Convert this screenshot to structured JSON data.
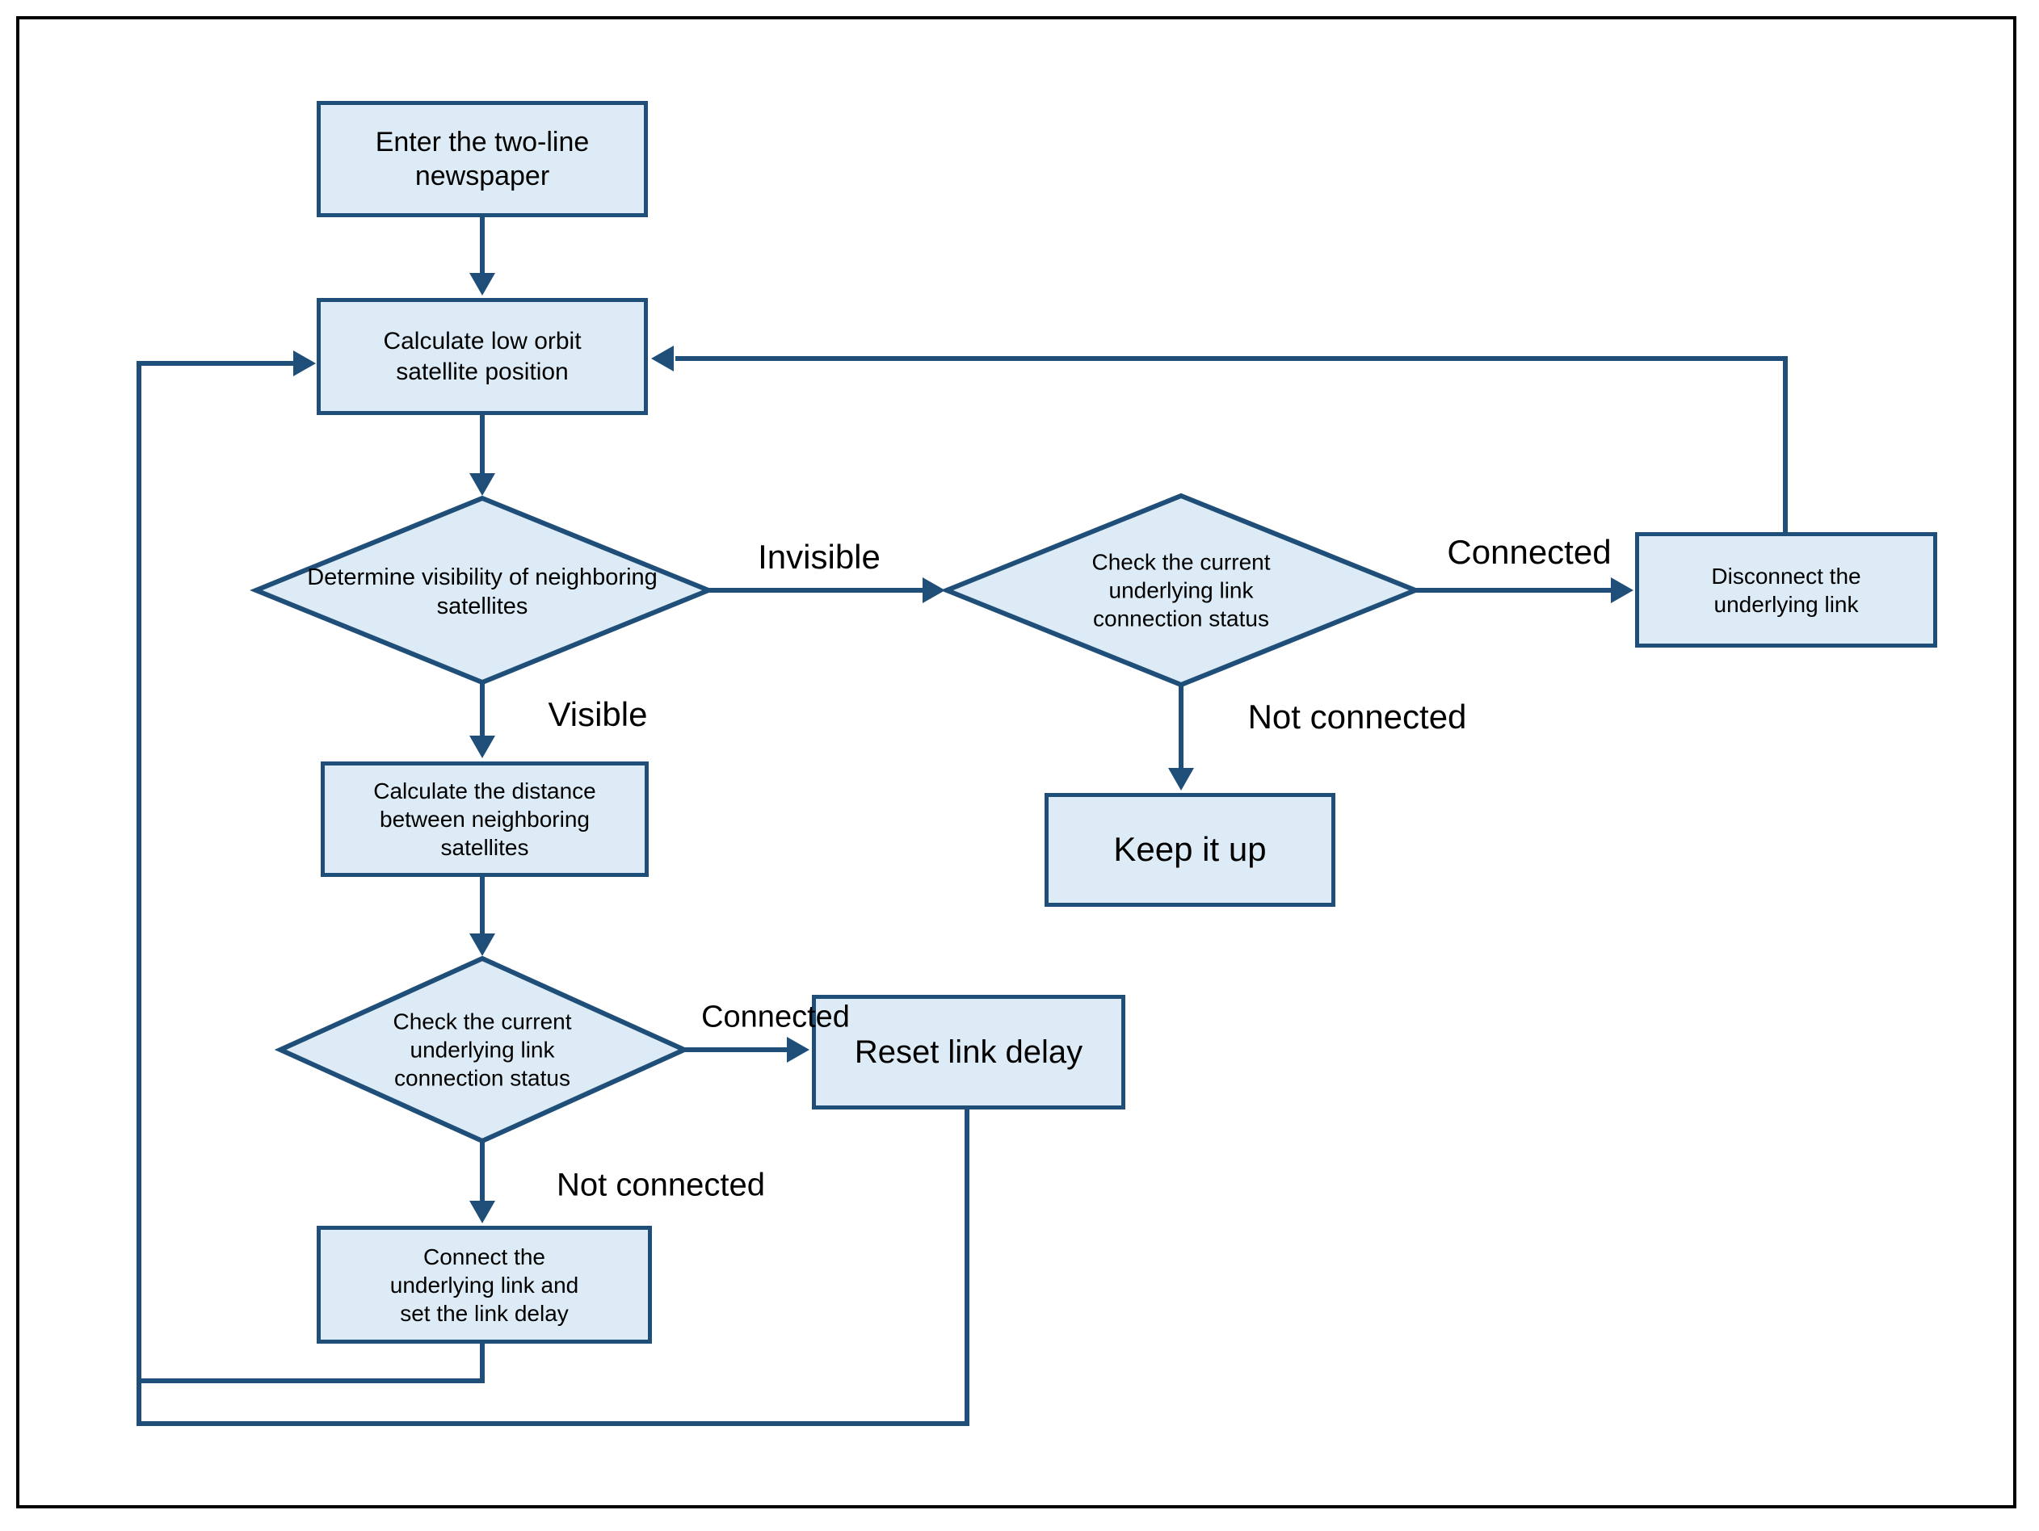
{
  "colors": {
    "node_fill": "#dcebf5",
    "node_border": "#1f4e79",
    "connector": "#1f4e79",
    "label_text": "#000000",
    "frame": "#000000",
    "background": "#ffffff"
  },
  "flowchart": {
    "nodes": {
      "enter": "Enter the two-line newspaper",
      "calc_position": "Calculate low orbit satellite position",
      "visibility_decision": "Determine visibility of neighboring satellites",
      "link_status_top": "Check the current underlying link connection status",
      "disconnect": "Disconnect the underlying link",
      "keep": "Keep it up",
      "calc_distance": "Calculate the distance between neighboring satellites",
      "link_status_bottom": "Check the current underlying link connection status",
      "reset": "Reset link delay",
      "connect": "Connect the underlying link and set the link delay"
    },
    "edge_labels": {
      "invisible": "Invisible",
      "visible": "Visible",
      "connected_top": "Connected",
      "not_connected_top": "Not connected",
      "connected_bottom": "Connected",
      "not_connected_bottom": "Not connected"
    }
  }
}
